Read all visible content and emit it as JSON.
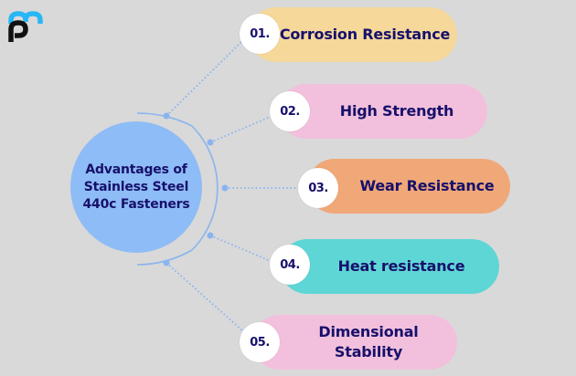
{
  "background_color": "#d9d9d9",
  "logo": {
    "name": "pm-logo",
    "top_color": "#29b6f6",
    "bottom_color": "#111111"
  },
  "hub": {
    "title": "Advantages of Stainless Steel 440c Fasteners",
    "color": "#8ebcf6",
    "text_color": "#17106b"
  },
  "connector_color": "#8ab4ee",
  "items": [
    {
      "number": "01.",
      "label": "Corrosion Resistance",
      "color": "#f5d89a"
    },
    {
      "number": "02.",
      "label": "High Strength",
      "color": "#f2c0dc"
    },
    {
      "number": "03.",
      "label": "Wear Resistance",
      "color": "#f0a878"
    },
    {
      "number": "04.",
      "label": "Heat resistance",
      "color": "#5fd6d6"
    },
    {
      "number": "05.",
      "label": "Dimensional Stability",
      "color": "#f2c0dc"
    }
  ]
}
